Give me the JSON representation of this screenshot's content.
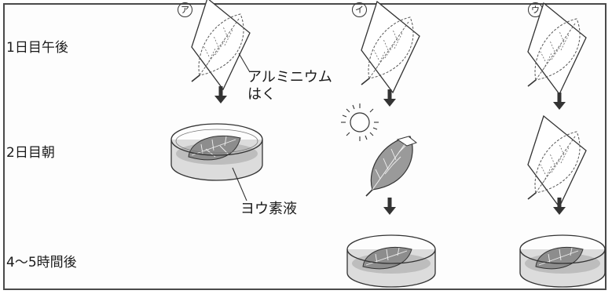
{
  "rows": [
    "1日目午後",
    "2日目朝",
    "4〜5時間後"
  ],
  "columns": [
    "ア",
    "イ",
    "ウ"
  ],
  "callouts": {
    "foil_line1": "アルミニウム",
    "foil_line2": "はく",
    "iodine": "ヨウ素液"
  },
  "colors": {
    "line": "#333333",
    "liquid": "#bdbdbd",
    "leaf_gray": "#9a9a9a",
    "arrow": "#333333"
  }
}
